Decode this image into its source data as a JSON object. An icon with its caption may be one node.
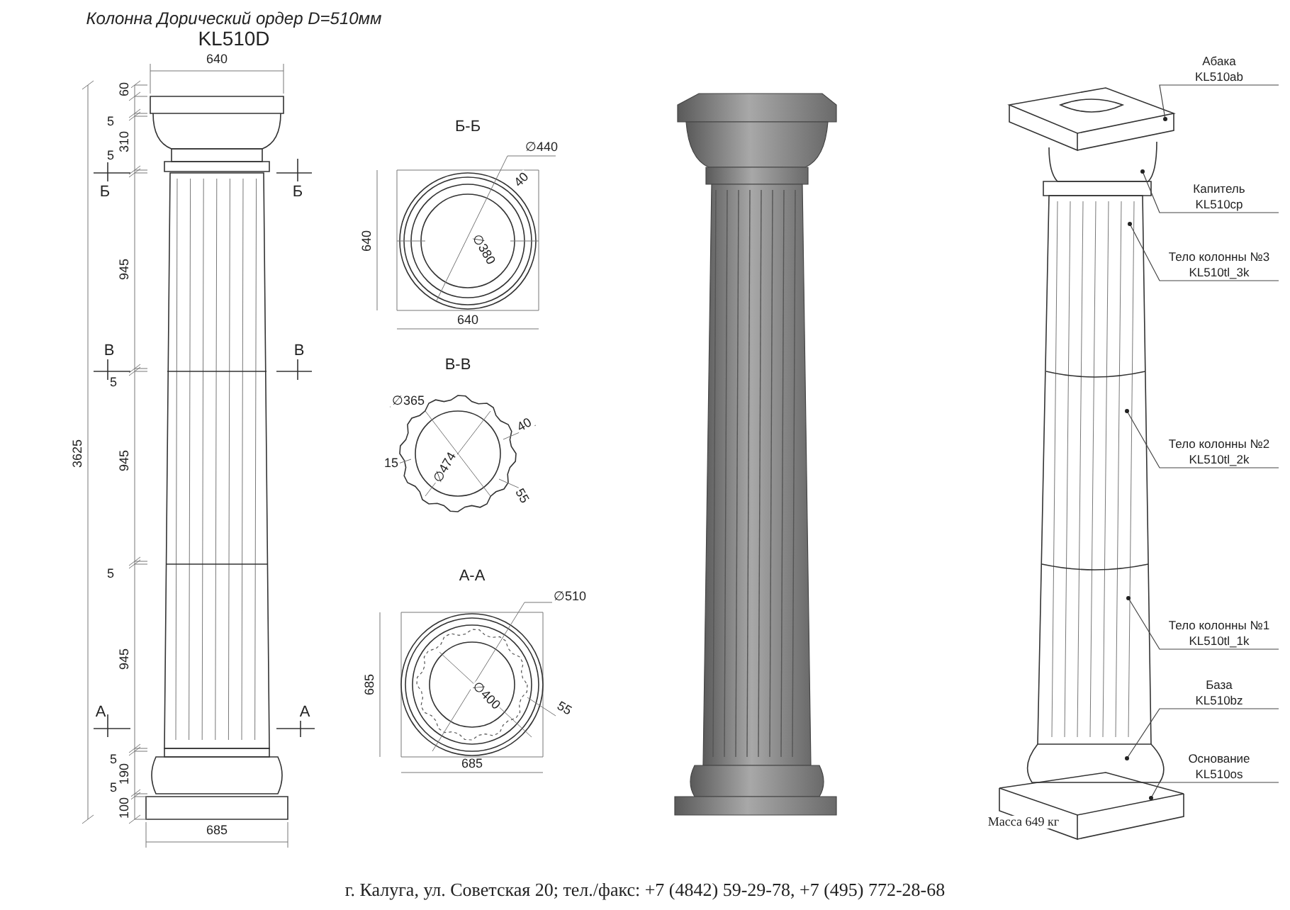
{
  "diagram": {
    "title": "Колонна Дорический ордер D=510мм",
    "caption": "г. Калуга, ул. Советская 20; тел./факс: +7 (4842) 59-29-78, +7 (495) 772-28-68",
    "nodes": [
      {
        "text": [
          "Абака",
          "KL510ab"
        ]
      },
      {
        "text": [
          "Капитель",
          "KL510cp"
        ]
      },
      {
        "text": [
          "Тело колонны №3",
          "KL510tl_3k"
        ]
      },
      {
        "text": [
          "Тело колонны №2",
          "KL510tl_2k"
        ]
      },
      {
        "text": [
          "Тело колонны №1",
          "KL510tl_1k"
        ]
      },
      {
        "text": [
          "База",
          "KL510bz"
        ]
      },
      {
        "text": [
          "Основание",
          "KL510os"
        ]
      }
    ],
    "edges": [
      {
        "from": 0,
        "to": null,
        "arrow": "other"
      },
      {
        "from": 1,
        "to": null,
        "arrow": "other"
      },
      {
        "from": 2,
        "to": null,
        "arrow": "other"
      },
      {
        "from": 3,
        "to": null,
        "arrow": "other"
      },
      {
        "from": 4,
        "to": null,
        "arrow": "other"
      },
      {
        "from": 5,
        "to": null,
        "arrow": "other"
      },
      {
        "from": 6,
        "to": null,
        "arrow": "other"
      }
    ],
    "labels": [
      "KL510D",
      "640",
      "60",
      "5",
      "310",
      "5",
      "Б",
      "Б",
      "945",
      "В",
      "В",
      "5",
      "3625",
      "945",
      "5",
      "945",
      "А",
      "А",
      "5",
      "190",
      "5",
      "100",
      "685",
      "Б-Б",
      "∅440",
      "40",
      "640",
      "∅380",
      "640",
      "В-В",
      "∅365",
      "40",
      "15",
      "∅474",
      "55",
      "А-А",
      "∅510",
      "685",
      "∅400",
      "55",
      "685",
      "Масса 649 кг"
    ]
  }
}
